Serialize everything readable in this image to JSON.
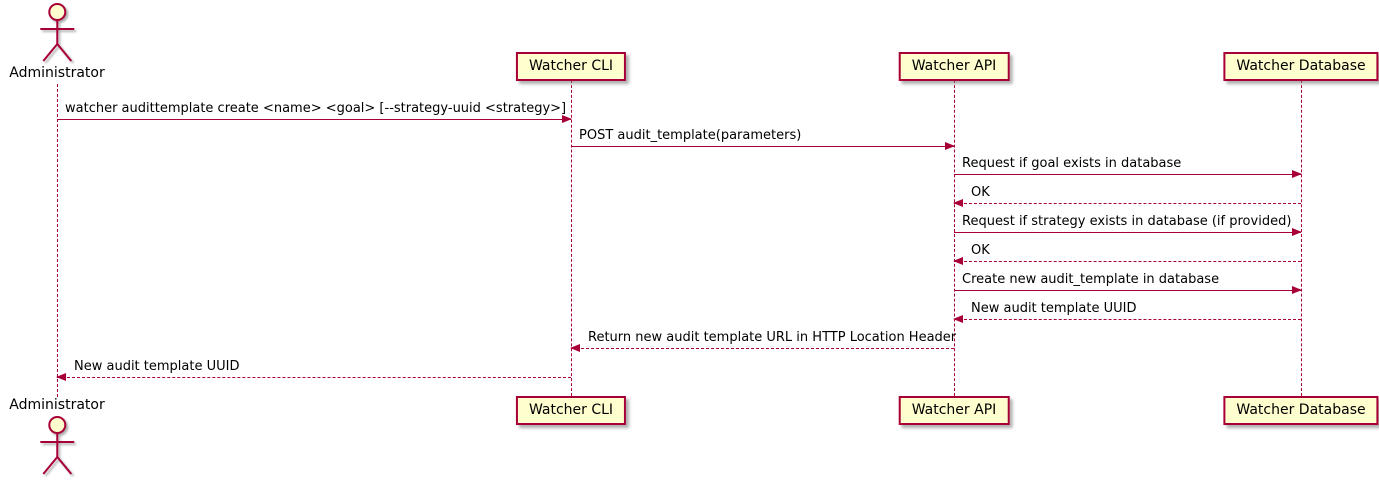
{
  "diagram_type": "uml-sequence-diagram",
  "colors": {
    "line": "#A80036",
    "fill": "#FEFECE",
    "text": "#000000"
  },
  "actors": [
    {
      "name": "Administrator"
    }
  ],
  "participants": [
    {
      "name": "Watcher CLI"
    },
    {
      "name": "Watcher API"
    },
    {
      "name": "Watcher Database"
    }
  ],
  "messages": [
    {
      "from": "Administrator",
      "to": "Watcher CLI",
      "text": "watcher audittemplate create <name> <goal> [--strategy-uuid <strategy>]",
      "line": "solid"
    },
    {
      "from": "Watcher CLI",
      "to": "Watcher API",
      "text": "POST audit_template(parameters)",
      "line": "solid"
    },
    {
      "from": "Watcher API",
      "to": "Watcher Database",
      "text": "Request if goal exists in database",
      "line": "solid"
    },
    {
      "from": "Watcher Database",
      "to": "Watcher API",
      "text": "OK",
      "line": "dashed"
    },
    {
      "from": "Watcher API",
      "to": "Watcher Database",
      "text": "Request if strategy exists in database (if provided)",
      "line": "solid"
    },
    {
      "from": "Watcher Database",
      "to": "Watcher API",
      "text": "OK",
      "line": "dashed"
    },
    {
      "from": "Watcher API",
      "to": "Watcher Database",
      "text": "Create new audit_template in database",
      "line": "solid"
    },
    {
      "from": "Watcher Database",
      "to": "Watcher API",
      "text": "New audit template UUID",
      "line": "dashed"
    },
    {
      "from": "Watcher API",
      "to": "Watcher CLI",
      "text": "Return new audit template URL in HTTP Location Header",
      "line": "dashed"
    },
    {
      "from": "Watcher CLI",
      "to": "Administrator",
      "text": "New audit template UUID",
      "line": "dashed"
    }
  ]
}
